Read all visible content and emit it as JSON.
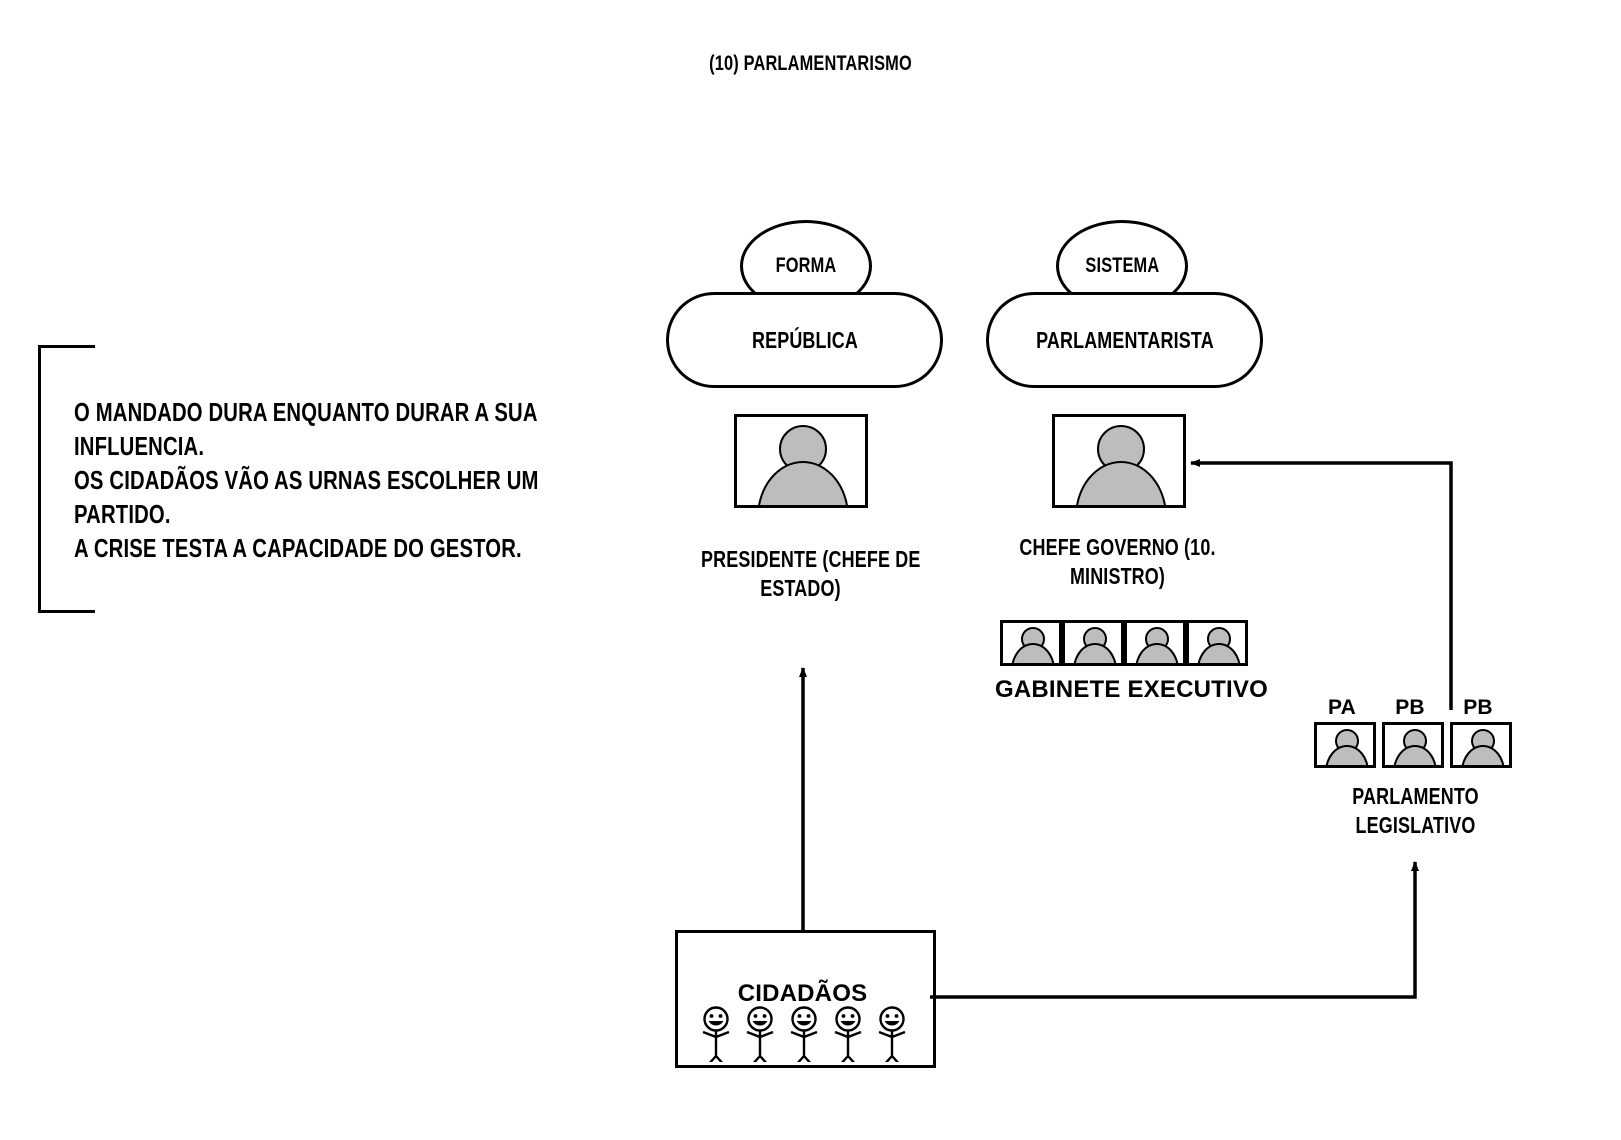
{
  "diagram": {
    "title": "(10) PARLAMENTARISMO",
    "type": "flow-diagram",
    "background_color": "#ffffff",
    "stroke_color": "#000000",
    "avatar_fill_color": "#bdbdbd"
  },
  "note": {
    "lines": [
      "O MANDADO DURA ENQUANTO DURAR A SUA",
      "INFLUENCIA.",
      "OS CIDADÃOS VÃO AS URNAS ESCOLHER UM",
      "PARTIDO.",
      "A CRISE TESTA A CAPACIDADE DO GESTOR."
    ]
  },
  "categories": [
    {
      "tag": "FORMA",
      "value": "REPÚBLICA"
    },
    {
      "tag": "SISTEMA",
      "value": "PARLAMENTARISTA"
    }
  ],
  "nodes": {
    "president": {
      "label": "PRESIDENTE (CHEFE DE ESTADO)",
      "label_lines": [
        "PRESIDENTE (CHEFE DE",
        "ESTADO)"
      ],
      "icon": "person-avatar-icon"
    },
    "head_of_government": {
      "label": "CHEFE GOVERNO (10. MINISTRO)",
      "label_lines": [
        "CHEFE GOVERNO (10.",
        "MINISTRO)"
      ],
      "icon": "person-avatar-icon"
    },
    "cabinet": {
      "label": "GABINETE EXECUTIVO",
      "member_count": 4,
      "icon": "person-avatar-icon"
    },
    "parliament": {
      "label": "PARLAMENTO LEGISLATIVO",
      "label_lines": [
        "PARLAMENTO",
        "LEGISLATIVO"
      ],
      "members": [
        {
          "party": "PA"
        },
        {
          "party": "PB"
        },
        {
          "party": "PB"
        }
      ],
      "icon": "person-avatar-icon"
    },
    "citizens": {
      "label": "CIDADÃOS",
      "figure_count": 5,
      "icon": "stick-figure-smiley-icon"
    }
  },
  "connections": [
    {
      "from": "citizens",
      "to": "president",
      "style": "arrow-up"
    },
    {
      "from": "citizens",
      "to": "parliament",
      "style": "arrow-up-right"
    },
    {
      "from": "parliament",
      "to": "head_of_government",
      "style": "arrow-left"
    }
  ]
}
